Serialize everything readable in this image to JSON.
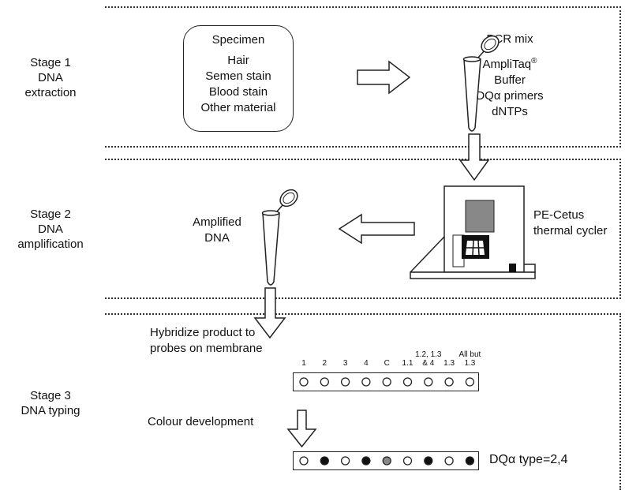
{
  "stages": [
    {
      "lines": [
        "Stage 1",
        "DNA",
        "extraction"
      ]
    },
    {
      "lines": [
        "Stage 2",
        "DNA",
        "amplification"
      ]
    },
    {
      "lines": [
        "Stage 3",
        "DNA typing"
      ]
    }
  ],
  "specimen": {
    "title": "Specimen",
    "items": [
      "Hair",
      "Semen stain",
      "Blood stain",
      "Other material"
    ]
  },
  "pcr_mix": {
    "title": "PCR mix",
    "ampli": "AmpliTaq",
    "reg": "®",
    "items": [
      "Buffer",
      "DQα primers",
      "dNTPs"
    ]
  },
  "cycler": {
    "lines": [
      "PE-Cetus",
      "thermal cycler"
    ]
  },
  "amplified": {
    "lines": [
      "Amplified",
      "DNA"
    ]
  },
  "hybridize": {
    "lines": [
      "Hybridize product to",
      "probes on membrane"
    ]
  },
  "colour": {
    "label": "Colour development"
  },
  "lanes": [
    {
      "label": [
        "",
        "1"
      ],
      "result": "empty"
    },
    {
      "label": [
        "",
        "2"
      ],
      "result": "filled"
    },
    {
      "label": [
        "",
        "3"
      ],
      "result": "empty"
    },
    {
      "label": [
        "",
        "4"
      ],
      "result": "filled"
    },
    {
      "label": [
        "",
        "C"
      ],
      "result": "grey"
    },
    {
      "label": [
        "",
        "1.1"
      ],
      "result": "empty"
    },
    {
      "label": [
        "1.2, 1.3",
        "& 4"
      ],
      "result": "filled"
    },
    {
      "label": [
        "",
        "1.3"
      ],
      "result": "empty"
    },
    {
      "label": [
        "All but",
        "1.3"
      ],
      "result": "filled"
    }
  ],
  "result_label": "DQα type=2,4",
  "colors": {
    "filled": "#111111",
    "grey": "#888888",
    "empty": "#ffffff",
    "line": "#222222"
  }
}
